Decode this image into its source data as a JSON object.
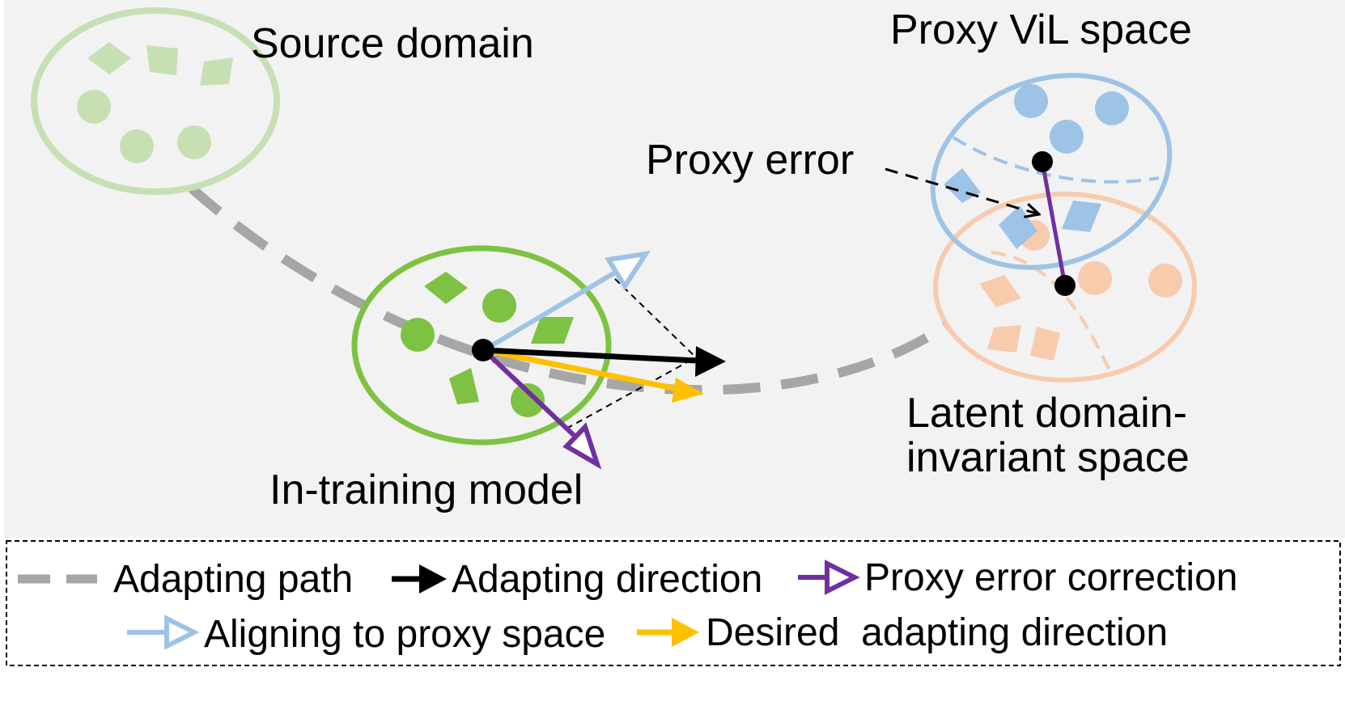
{
  "labels": {
    "source_domain": "Source domain",
    "proxy_vil_space": "Proxy ViL space",
    "proxy_error": "Proxy error",
    "latent_line1": "Latent domain-",
    "latent_line2": "invariant space",
    "in_training_model": "In-training model"
  },
  "legend": {
    "adapting_path": "Adapting path",
    "adapting_direction": "Adapting direction",
    "proxy_error_correction": "Proxy error correction",
    "aligning_to_proxy_space": "Aligning to proxy space",
    "desired_adapting_direction": "Desired  adapting direction"
  },
  "colors": {
    "panel_bg": "#f2f2f2",
    "source_green_light": "#c6e0b4",
    "model_green": "#7dc242",
    "proxy_blue": "#9dc3e6",
    "latent_orange": "#f8cbad",
    "path_gray": "#a6a6a6",
    "desired_yellow": "#ffc000",
    "correction_purple": "#7030a0",
    "black": "#000000"
  }
}
